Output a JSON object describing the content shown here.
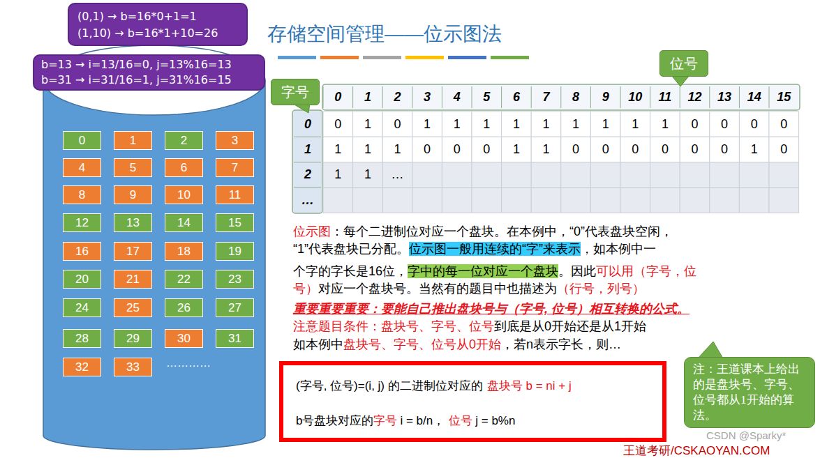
{
  "diagram": {
    "title": "存储空间管理——位示图法",
    "nodes": [
      {
        "text": [
          "(0,1) → b=16*0+1=1",
          "(1,10) → b=16*1+10=26"
        ]
      },
      {
        "text": [
          "b=13 → i=13/16=0, j=13%16=13",
          "b=31 → i=31/16=1, j=31%16=15"
        ]
      },
      {
        "text": [
          "…………"
        ]
      },
      {
        "text": [
          "0"
        ],
        "in": 2
      },
      {
        "text": [
          "1"
        ],
        "in": 2
      },
      {
        "text": [
          "2"
        ],
        "in": 2
      },
      {
        "text": [
          "3"
        ],
        "in": 2
      },
      {
        "text": [
          "4"
        ],
        "in": 2
      },
      {
        "text": [
          "5"
        ],
        "in": 2
      },
      {
        "text": [
          "6"
        ],
        "in": 2
      },
      {
        "text": [
          "7"
        ],
        "in": 2
      },
      {
        "text": [
          "8"
        ],
        "in": 2
      },
      {
        "text": [
          "9"
        ],
        "in": 2
      },
      {
        "text": [
          "10"
        ],
        "in": 2
      },
      {
        "text": [
          "11"
        ],
        "in": 2
      },
      {
        "text": [
          "12"
        ],
        "in": 2
      },
      {
        "text": [
          "13"
        ],
        "in": 2
      },
      {
        "text": [
          "14"
        ],
        "in": 2
      },
      {
        "text": [
          "15"
        ],
        "in": 2
      },
      {
        "text": [
          "16"
        ],
        "in": 2
      },
      {
        "text": [
          "17"
        ],
        "in": 2
      },
      {
        "text": [
          "18"
        ],
        "in": 2
      },
      {
        "text": [
          "19"
        ],
        "in": 2
      },
      {
        "text": [
          "20"
        ],
        "in": 2
      },
      {
        "text": [
          "21"
        ],
        "in": 2
      },
      {
        "text": [
          "22"
        ],
        "in": 2
      },
      {
        "text": [
          "23"
        ],
        "in": 2
      },
      {
        "text": [
          "24"
        ],
        "in": 2
      },
      {
        "text": [
          "25"
        ],
        "in": 2
      },
      {
        "text": [
          "26"
        ],
        "in": 2
      },
      {
        "text": [
          "27"
        ],
        "in": 2
      },
      {
        "text": [
          "28"
        ],
        "in": 2
      },
      {
        "text": [
          "29"
        ],
        "in": 2
      },
      {
        "text": [
          "30"
        ],
        "in": 2
      },
      {
        "text": [
          "31"
        ],
        "in": 2
      },
      {
        "text": [
          "32"
        ],
        "in": 2
      },
      {
        "text": [
          "33"
        ],
        "in": 2
      },
      {
        "text": [
          "位号"
        ]
      },
      {
        "text": [
          "字号"
        ]
      },
      {
        "text": [
          "(字号, 位号)=(i, j) 的二进制位对应的",
          "盘块号 b = ni + j",
          "b号盘块对应的",
          "字号",
          "i = b/n，",
          "位号",
          "j = b%n"
        ]
      },
      {
        "text": [
          "注：王道课本上给出的是盘块号、字号、位号都从1开始的算法。"
        ]
      }
    ],
    "labels": [
      "0",
      "1",
      "2",
      "3",
      "4",
      "5",
      "6",
      "7",
      "8",
      "9",
      "10",
      "11",
      "12",
      "13",
      "14",
      "15",
      "0",
      "1",
      "2",
      "…",
      "0",
      "1",
      "0",
      "1",
      "1",
      "1",
      "1",
      "1",
      "1",
      "1",
      "1",
      "1",
      "0",
      "0",
      "0",
      "0",
      "1",
      "1",
      "1",
      "0",
      "0",
      "0",
      "1",
      "1",
      "0",
      "0",
      "0",
      "0",
      "0",
      "0",
      "1",
      "0",
      "1",
      "1",
      "…",
      "位示图",
      "：每个二进制位对应一个盘块。在本例中，“0”代表盘块空闲，",
      "“1”代表盘块已分配。",
      "位示图一般用连续的“字”来表示",
      "，如本例中一",
      "个字的字长是16位，",
      "字中的每一位对应一个盘块",
      "。因此",
      "可以用（字号，位",
      "号）",
      "对应一个盘块号。当然有的题目中也描述为",
      "（行号，列号）",
      "重要重要重要：要能自己推出盘块号与（字号, 位号）相互转换的公式。",
      "注意题目条件：盘块号、字号、位号",
      "到底是从0开始还是从1开始",
      "如本例中",
      "盘块号、字号、位号从0开始",
      "，若n表示字长，则…",
      "王道考研/CSKAOYAN.COM",
      "CSDN @Sparky*"
    ]
  }
}
